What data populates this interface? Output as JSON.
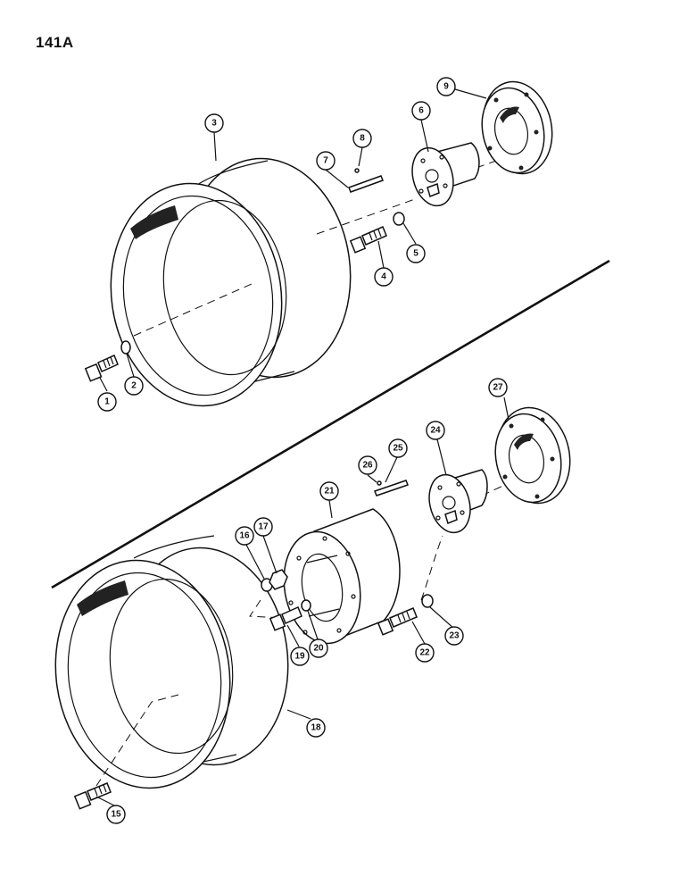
{
  "page": {
    "number": "141A"
  },
  "callouts": {
    "c1": "1",
    "c2": "2",
    "c3": "3",
    "c4": "4",
    "c5": "5",
    "c6": "6",
    "c7": "7",
    "c8": "8",
    "c9": "9",
    "c15": "15",
    "c16": "16",
    "c17": "17",
    "c18": "18",
    "c19": "19",
    "c20": "20",
    "c21": "21",
    "c22": "22",
    "c23": "23",
    "c24": "24",
    "c25": "25",
    "c26": "26",
    "c27": "27"
  }
}
